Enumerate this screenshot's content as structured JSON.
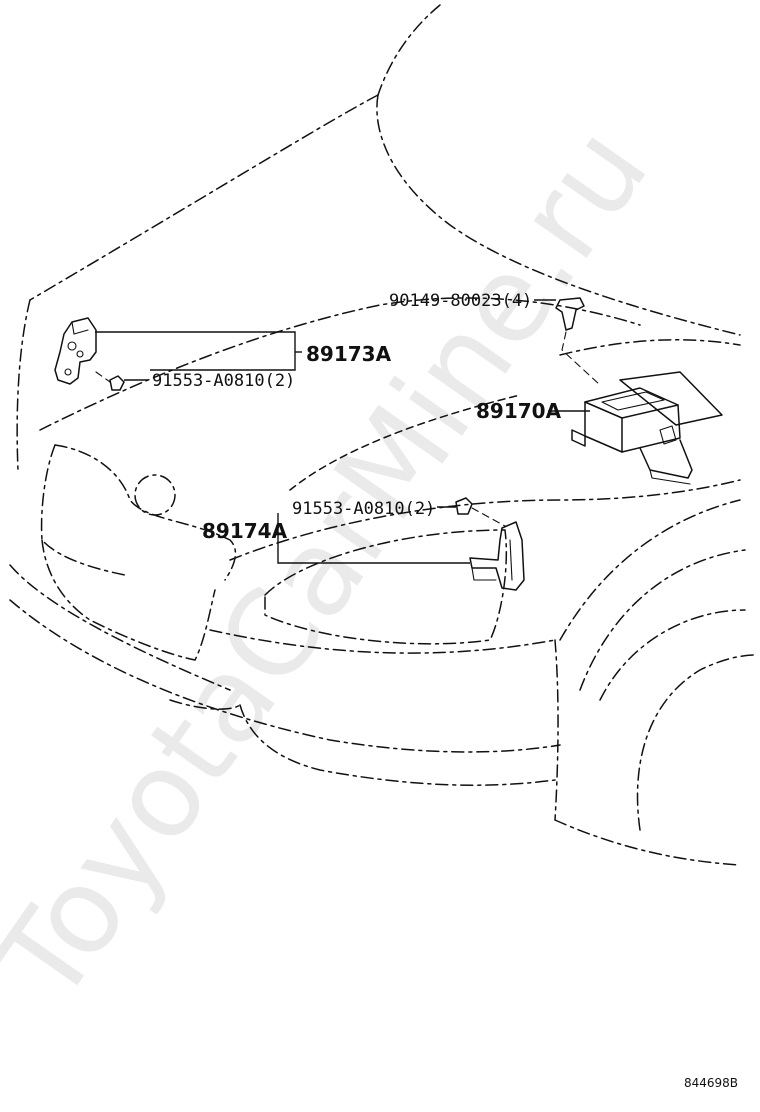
{
  "watermark": "ToyotaCarMine.ru",
  "labels": {
    "bolt_top": "90149-80023(4)",
    "part_89173A": "89173A",
    "bolt_left": "91553-A0810(2)",
    "part_89170A": "89170A",
    "bolt_mid": "91553-A0810(2)",
    "part_89174A": "89174A",
    "diagram_code": "844698B"
  }
}
